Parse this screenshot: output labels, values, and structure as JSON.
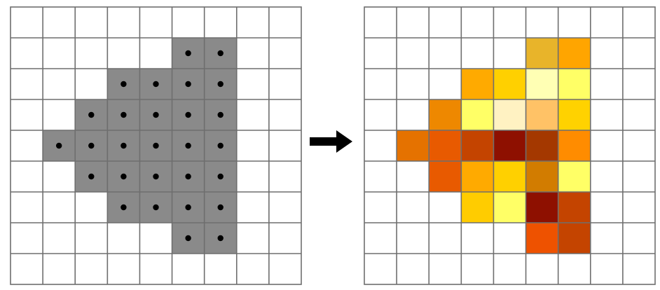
{
  "diagram": {
    "grid_size": [
      9,
      9
    ],
    "colors": {
      "background": "#ffffff",
      "gridline": "#6e6e6e",
      "mask_fill": "#8a8a8a",
      "dot": "#000000",
      "arrow": "#000000"
    },
    "arrow_icon": "right-arrow-icon",
    "left_grid": {
      "filled_cells": [
        [
          1,
          5
        ],
        [
          1,
          6
        ],
        [
          2,
          3
        ],
        [
          2,
          4
        ],
        [
          2,
          5
        ],
        [
          2,
          6
        ],
        [
          3,
          2
        ],
        [
          3,
          3
        ],
        [
          3,
          4
        ],
        [
          3,
          5
        ],
        [
          3,
          6
        ],
        [
          4,
          1
        ],
        [
          4,
          2
        ],
        [
          4,
          3
        ],
        [
          4,
          4
        ],
        [
          4,
          5
        ],
        [
          4,
          6
        ],
        [
          5,
          2
        ],
        [
          5,
          3
        ],
        [
          5,
          4
        ],
        [
          5,
          5
        ],
        [
          5,
          6
        ],
        [
          6,
          3
        ],
        [
          6,
          4
        ],
        [
          6,
          5
        ],
        [
          6,
          6
        ],
        [
          7,
          5
        ],
        [
          7,
          6
        ]
      ]
    },
    "right_grid": {
      "cells": [
        {
          "r": 1,
          "c": 5,
          "color": "#e8b42a"
        },
        {
          "r": 1,
          "c": 6,
          "color": "#ffa500"
        },
        {
          "r": 2,
          "c": 3,
          "color": "#ffaa00"
        },
        {
          "r": 2,
          "c": 4,
          "color": "#ffd000"
        },
        {
          "r": 2,
          "c": 5,
          "color": "#ffffb4"
        },
        {
          "r": 2,
          "c": 6,
          "color": "#ffff66"
        },
        {
          "r": 3,
          "c": 2,
          "color": "#ee8800"
        },
        {
          "r": 3,
          "c": 3,
          "color": "#ffff66"
        },
        {
          "r": 3,
          "c": 4,
          "color": "#fff2c2"
        },
        {
          "r": 3,
          "c": 5,
          "color": "#ffc266"
        },
        {
          "r": 3,
          "c": 6,
          "color": "#ffd200"
        },
        {
          "r": 4,
          "c": 1,
          "color": "#e57200"
        },
        {
          "r": 4,
          "c": 2,
          "color": "#e85a00"
        },
        {
          "r": 4,
          "c": 3,
          "color": "#c44400"
        },
        {
          "r": 4,
          "c": 4,
          "color": "#8e1000"
        },
        {
          "r": 4,
          "c": 5,
          "color": "#a43800"
        },
        {
          "r": 4,
          "c": 6,
          "color": "#ff8c00"
        },
        {
          "r": 5,
          "c": 2,
          "color": "#e85a00"
        },
        {
          "r": 5,
          "c": 3,
          "color": "#ffaa00"
        },
        {
          "r": 5,
          "c": 4,
          "color": "#ffd000"
        },
        {
          "r": 5,
          "c": 5,
          "color": "#d27c00"
        },
        {
          "r": 5,
          "c": 6,
          "color": "#ffff66"
        },
        {
          "r": 6,
          "c": 3,
          "color": "#ffcc00"
        },
        {
          "r": 6,
          "c": 4,
          "color": "#ffff66"
        },
        {
          "r": 6,
          "c": 5,
          "color": "#8e1000"
        },
        {
          "r": 6,
          "c": 6,
          "color": "#c44400"
        },
        {
          "r": 7,
          "c": 5,
          "color": "#ee5200"
        },
        {
          "r": 7,
          "c": 6,
          "color": "#c44400"
        }
      ]
    }
  }
}
